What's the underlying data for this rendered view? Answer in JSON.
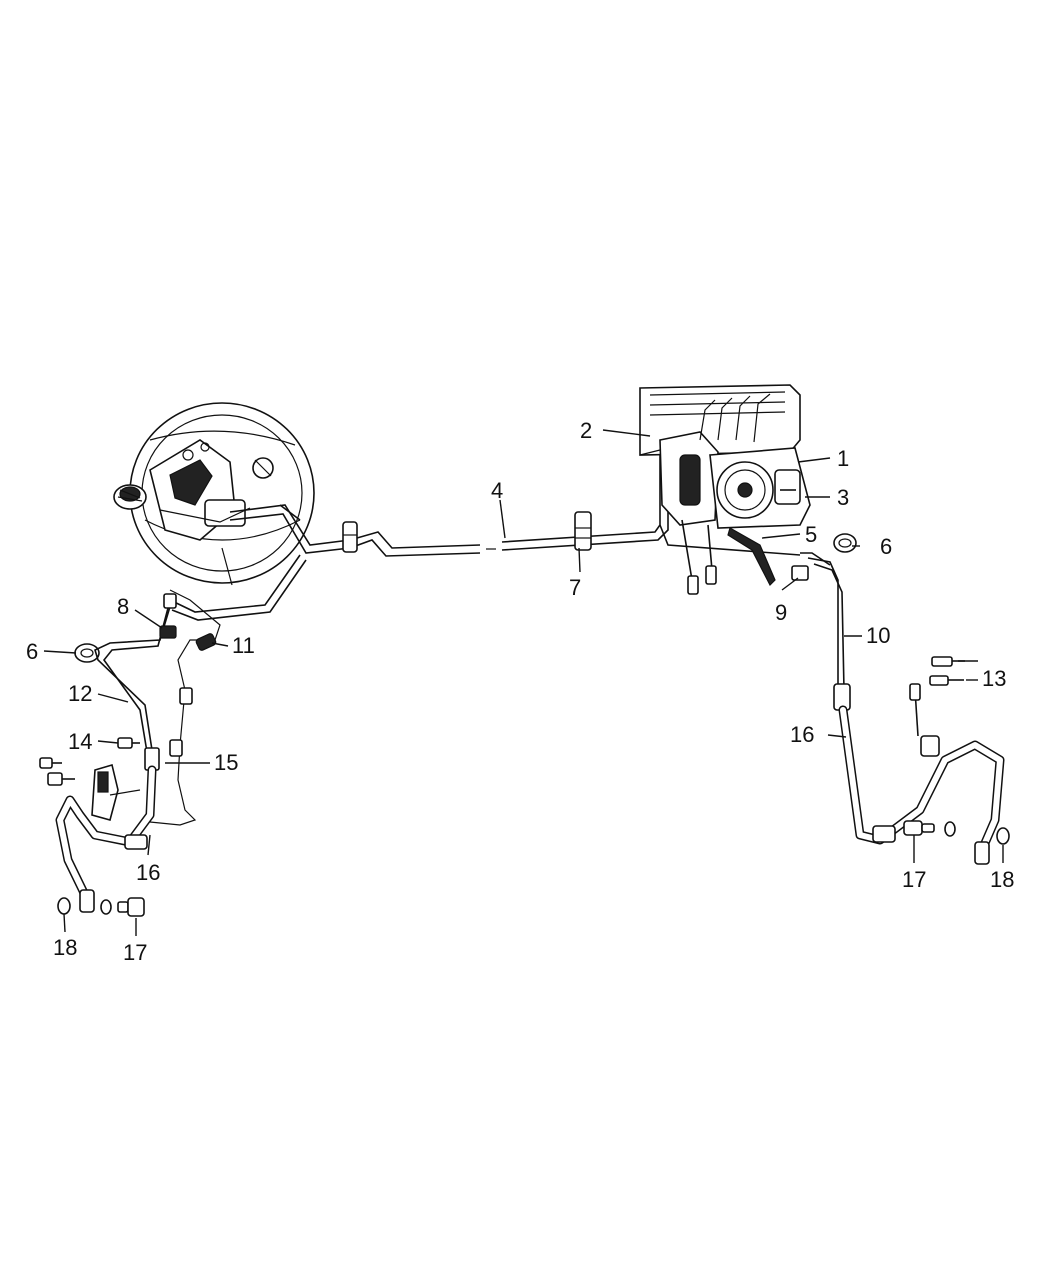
{
  "callouts": [
    {
      "id": "c1",
      "text": "1"
    },
    {
      "id": "c2",
      "text": "2"
    },
    {
      "id": "c3",
      "text": "3"
    },
    {
      "id": "c4",
      "text": "4"
    },
    {
      "id": "c5",
      "text": "5"
    },
    {
      "id": "c6a",
      "text": "6"
    },
    {
      "id": "c6b",
      "text": "6"
    },
    {
      "id": "c7",
      "text": "7"
    },
    {
      "id": "c8",
      "text": "8"
    },
    {
      "id": "c9",
      "text": "9"
    },
    {
      "id": "c10",
      "text": "10"
    },
    {
      "id": "c11",
      "text": "11"
    },
    {
      "id": "c12",
      "text": "12"
    },
    {
      "id": "c13",
      "text": "13"
    },
    {
      "id": "c14",
      "text": "14"
    },
    {
      "id": "c15",
      "text": "15"
    },
    {
      "id": "c16a",
      "text": "16"
    },
    {
      "id": "c16b",
      "text": "16"
    },
    {
      "id": "c17a",
      "text": "17"
    },
    {
      "id": "c17b",
      "text": "17"
    },
    {
      "id": "c18a",
      "text": "18"
    },
    {
      "id": "c18b",
      "text": "18"
    }
  ]
}
